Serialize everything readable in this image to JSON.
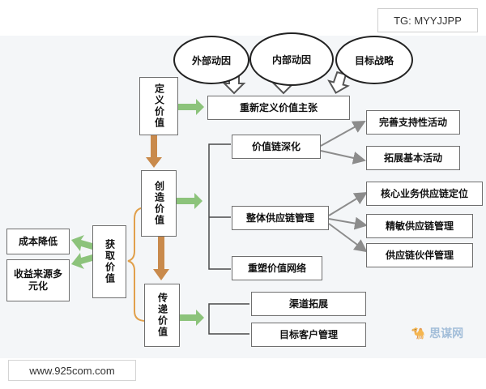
{
  "watermark_tg": "TG: MYYJJPP",
  "site_url": "www.925com.com",
  "logo_text": "🐪 思谋网",
  "drivers": [
    "外部动因",
    "内部动因",
    "目标战略"
  ],
  "stages": {
    "define": "定义价值",
    "create": "创造价值",
    "deliver": "传递价值",
    "capture": "获取价值"
  },
  "define_target": "重新定义价值主张",
  "create_items": {
    "deepen": "价值链深化",
    "integrate": "整体供应链管理",
    "reshape": "重塑价值网络"
  },
  "deepen_items": [
    "完善支持性活动",
    "拓展基本活动"
  ],
  "integrate_items": [
    "核心业务供应链定位",
    "精敏供应链管理",
    "供应链伙伴管理"
  ],
  "deliver_items": [
    "渠道拓展",
    "目标客户管理"
  ],
  "capture_items": [
    "成本降低",
    "收益来源多元化"
  ],
  "colors": {
    "green_arrow": "#8cc37b",
    "orange_arrow": "#c98a4c",
    "brace": "#e1a04b",
    "line": "#4a4a4a",
    "grey_arrow": "#8c8c8c"
  }
}
